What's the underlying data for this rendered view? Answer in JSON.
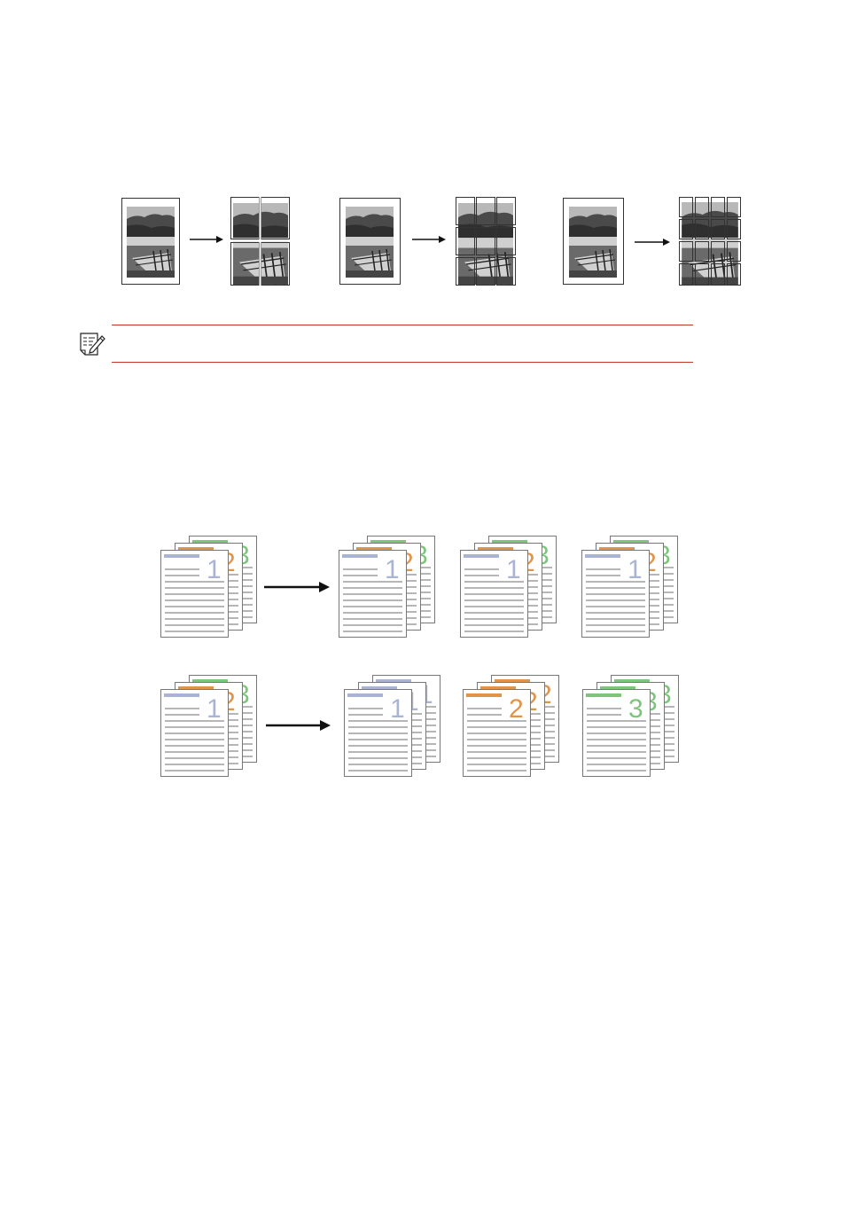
{
  "colors": {
    "rule": "#c0392b",
    "page1": "#a9b3d3",
    "page2": "#e0944a",
    "page3": "#7cc57a",
    "text_line": "#8a8a8a",
    "photo": "#888888"
  },
  "icons": {
    "note": "note-pencil-icon",
    "arrow": "right-arrow-icon"
  },
  "poster_rows": [
    {
      "name": "poster-2x2",
      "cols": 2,
      "rows": 2
    },
    {
      "name": "poster-3x3",
      "cols": 3,
      "rows": 3
    },
    {
      "name": "poster-4x4",
      "cols": 4,
      "rows": 4
    }
  ],
  "collate": {
    "collated": {
      "source_digits": [
        "1",
        "2",
        "3"
      ],
      "output_sets": [
        [
          "1",
          "2",
          "3"
        ],
        [
          "1",
          "2",
          "3"
        ],
        [
          "1",
          "2",
          "3"
        ]
      ]
    },
    "uncollated": {
      "source_digits": [
        "1",
        "2",
        "3"
      ],
      "output_sets": [
        [
          "1",
          "1",
          "1"
        ],
        [
          "2",
          "2",
          "2"
        ],
        [
          "3",
          "3",
          "3"
        ]
      ]
    }
  }
}
